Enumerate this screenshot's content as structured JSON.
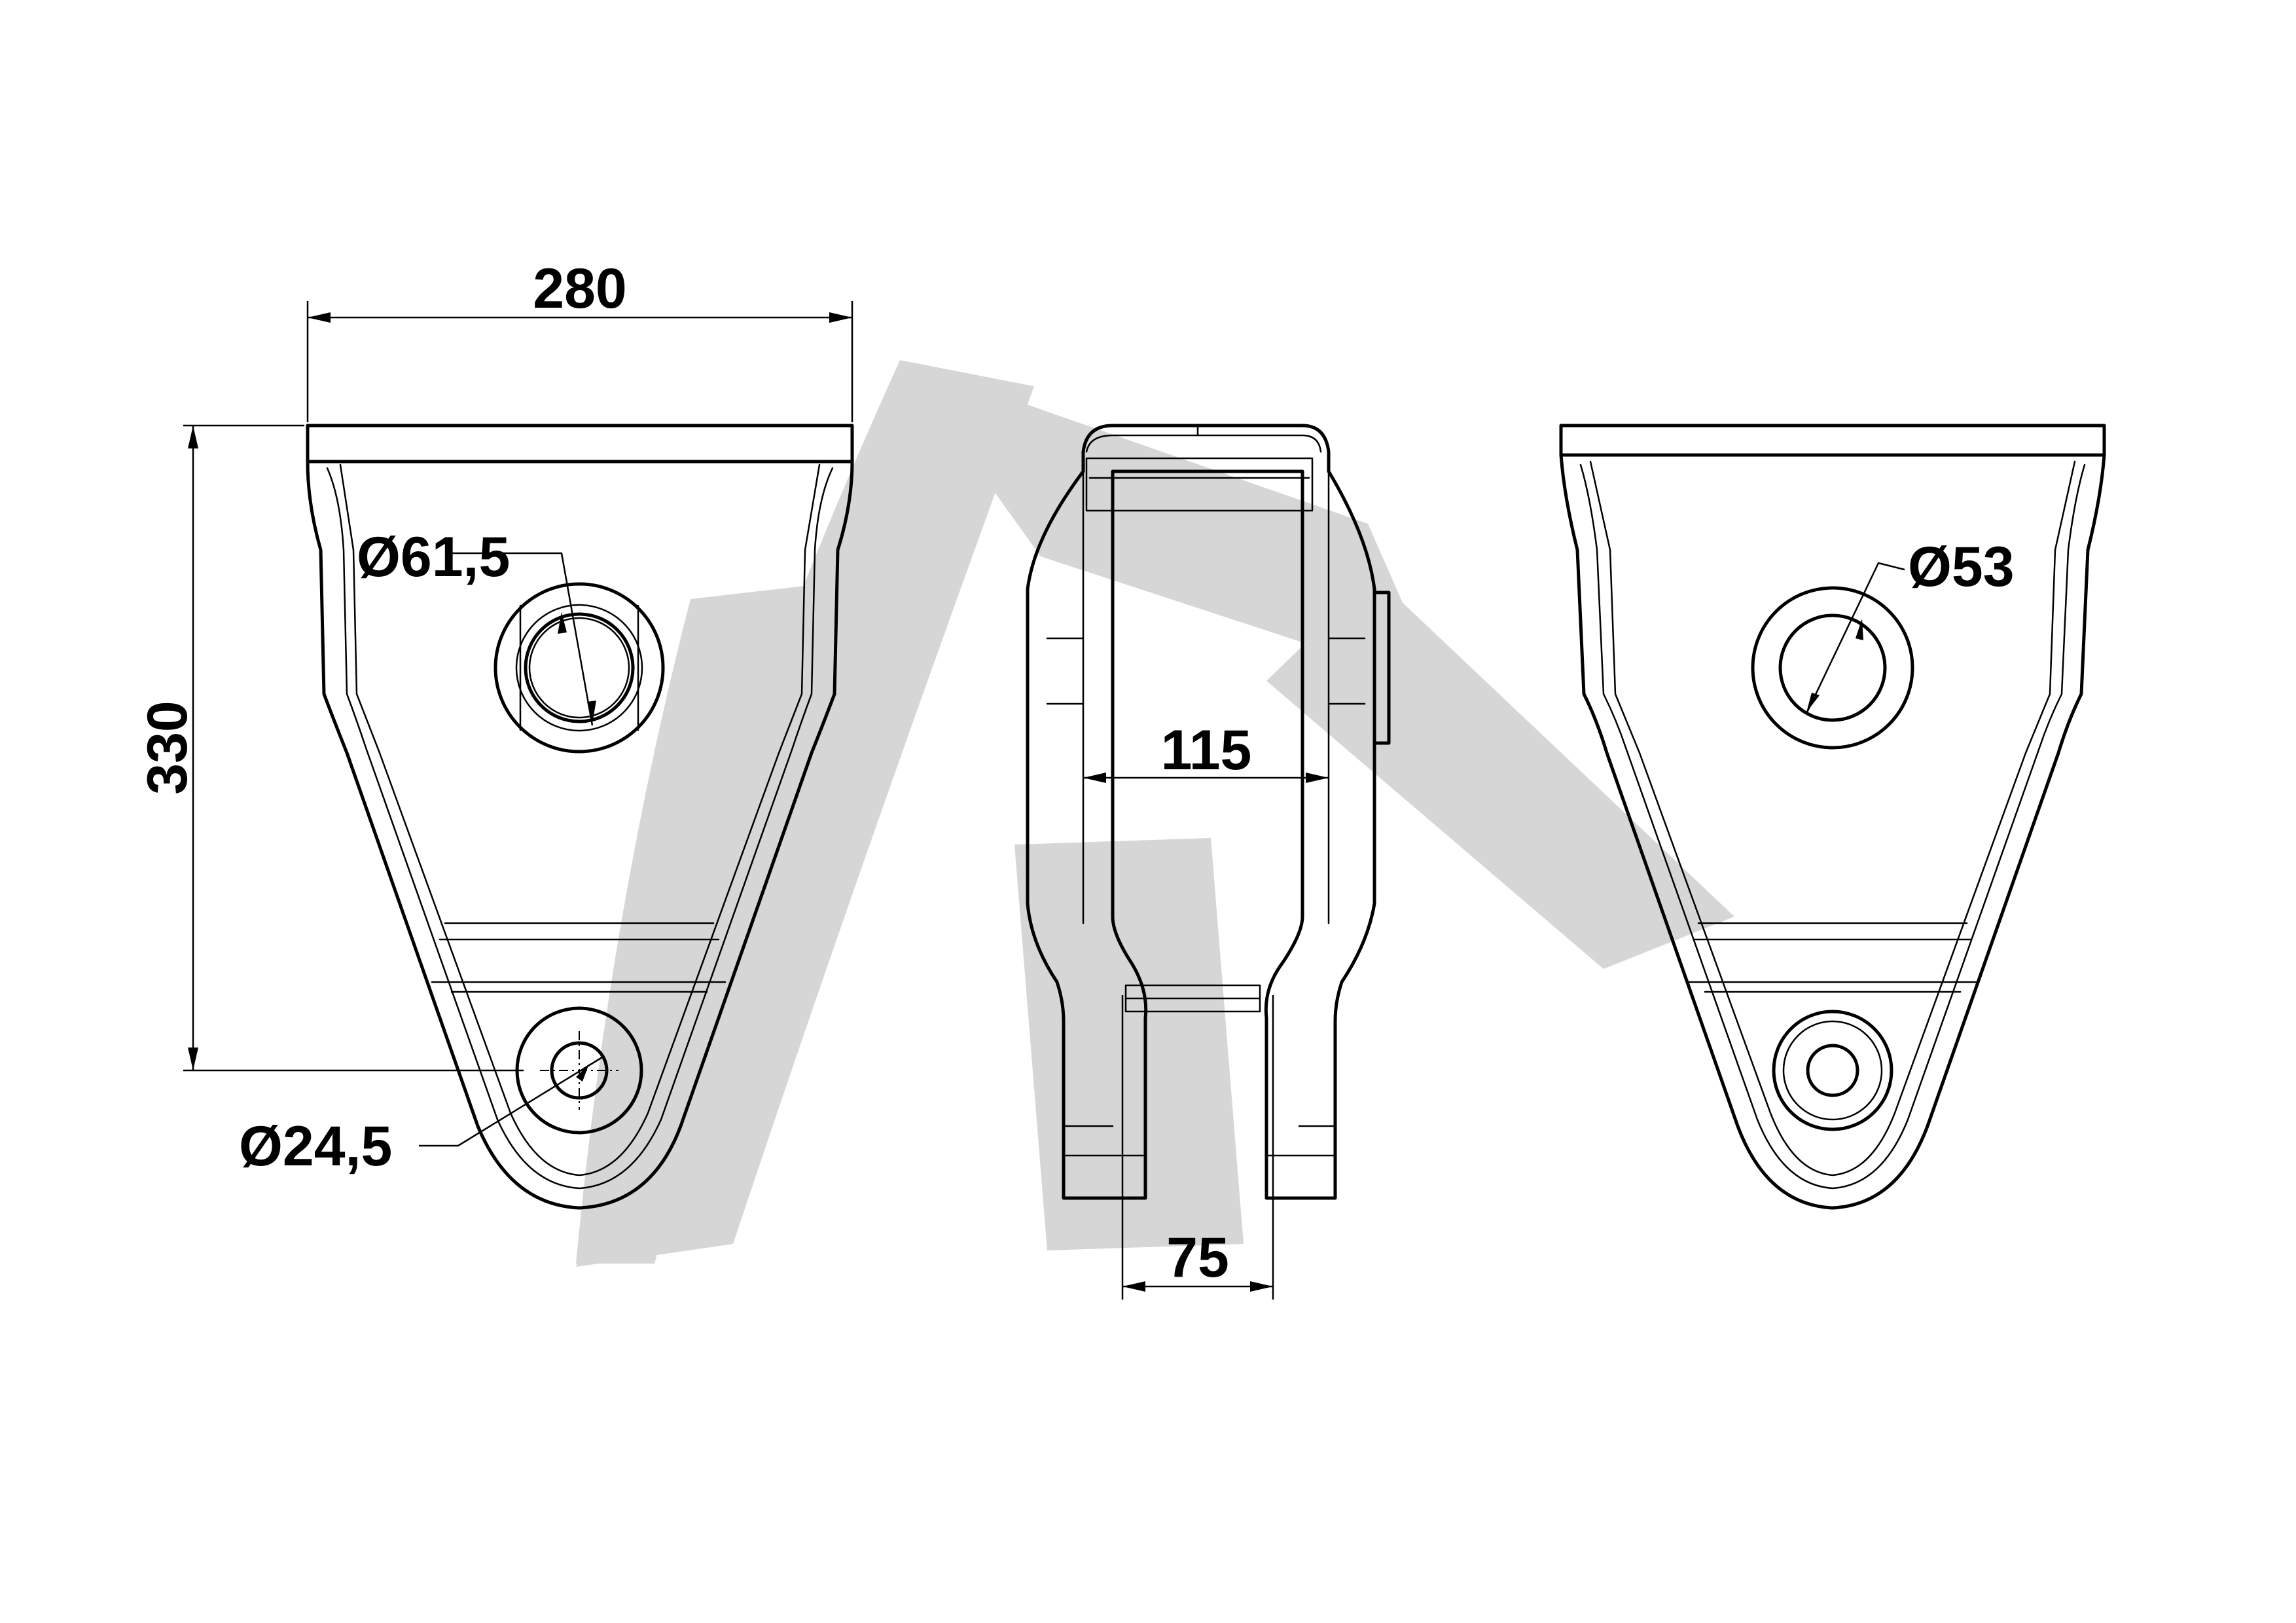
{
  "drawing": {
    "dimensions": {
      "width_total": "280",
      "height_total": "330",
      "bore_large_left": "Ø61,5",
      "bore_small_left": "Ø24,5",
      "bore_large_right": "Ø53",
      "inner_width_side": "115",
      "fork_gap_side": "75"
    },
    "views": [
      "front-view",
      "side-view",
      "rear-view"
    ],
    "watermark": "logo"
  },
  "colors": {
    "line": "#000000",
    "watermark": "#d6d6d6",
    "background": "#ffffff"
  }
}
